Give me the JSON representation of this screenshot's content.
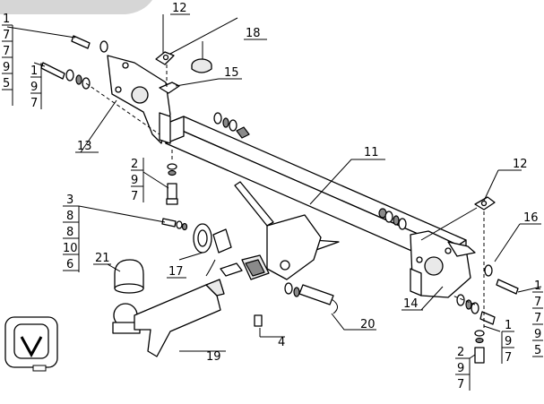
{
  "callouts": {
    "c1_left": "1",
    "c7_a": "7",
    "c7_b": "7",
    "c9_a": "9",
    "c5_a": "5",
    "c1_mid": "1",
    "c9_b": "9",
    "c7_c": "7",
    "c12_top": "12",
    "c18": "18",
    "c15": "15",
    "c13": "13",
    "c2_left": "2",
    "c9_c": "9",
    "c7_d": "7",
    "c11": "11",
    "c12_right": "12",
    "c16": "16",
    "c3": "3",
    "c8_a": "8",
    "c8_b": "8",
    "c10": "10",
    "c6": "6",
    "c21": "21",
    "c17": "17",
    "c4": "4",
    "c20": "20",
    "c14": "14",
    "c19": "19",
    "c1_right": "1",
    "c7_e": "7",
    "c7_f": "7",
    "c9_d": "9",
    "c5_b": "5",
    "c1_r2": "1",
    "c9_e": "9",
    "c7_g": "7",
    "c2_right": "2",
    "c9_f": "9",
    "c7_h": "7"
  }
}
